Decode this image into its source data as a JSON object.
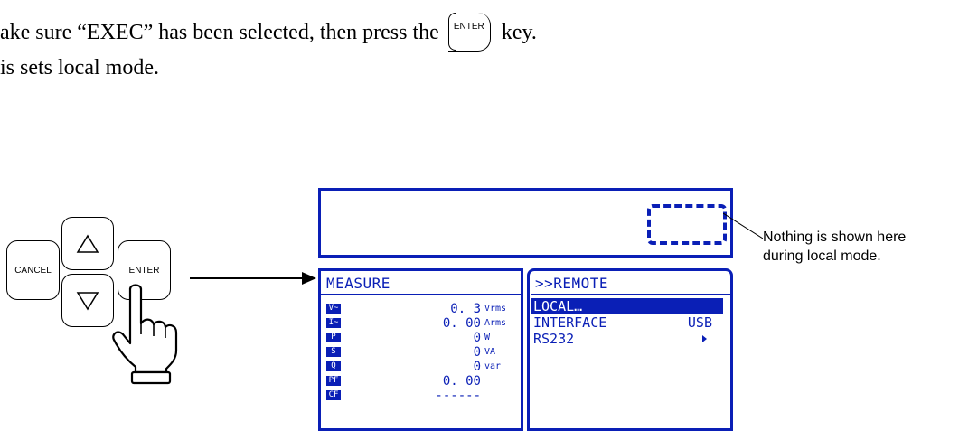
{
  "instructions": {
    "line1_before": "ake sure “EXEC” has been selected, then press the",
    "key_label": "ENTER",
    "line1_after": "key.",
    "line2": "is sets local mode."
  },
  "keypad": {
    "cancel_label": "CANCEL",
    "enter_label": "ENTER"
  },
  "measure_panel": {
    "title": "MEASURE",
    "rows": [
      {
        "tag": "V~",
        "value": "0. 3",
        "unit": "Vrms"
      },
      {
        "tag": "I~",
        "value": "0. 00",
        "unit": "Arms"
      },
      {
        "tag": "P",
        "value": "0",
        "unit": "W"
      },
      {
        "tag": "S",
        "value": "0",
        "unit": "VA"
      },
      {
        "tag": "Q",
        "value": "0",
        "unit": "var"
      },
      {
        "tag": "PF",
        "value": "0. 00",
        "unit": ""
      },
      {
        "tag": "CF",
        "value": "------",
        "unit": ""
      }
    ]
  },
  "remote_panel": {
    "title": ">>REMOTE",
    "items": [
      {
        "label": "LOCAL…",
        "value": ""
      },
      {
        "label": "INTERFACE",
        "value": "USB"
      },
      {
        "label": "RS232",
        "value": ""
      }
    ]
  },
  "callout": {
    "line1": "Nothing is shown here",
    "line2": "during local mode."
  },
  "colors": {
    "lcd_blue": "#0a1fb6"
  }
}
